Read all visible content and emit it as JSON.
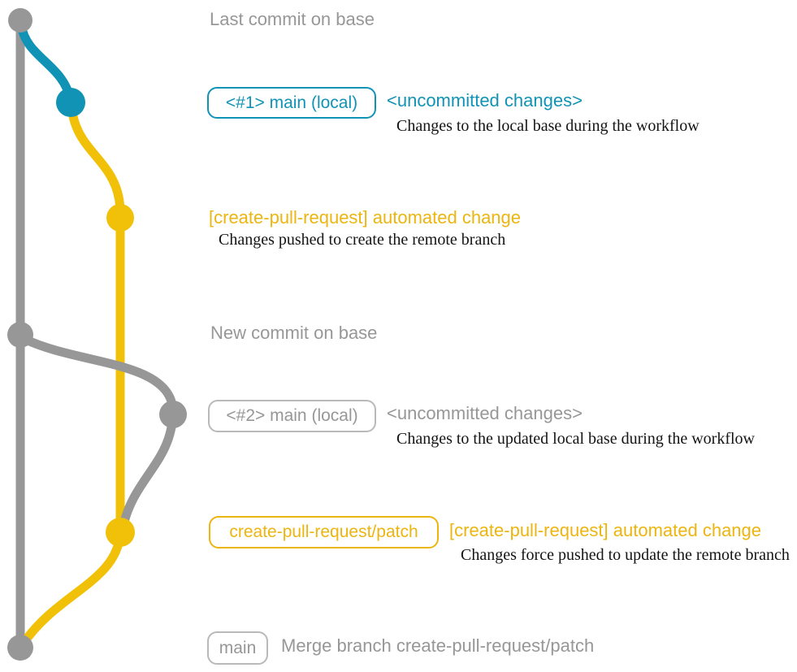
{
  "diagram": {
    "kind": "git-branch-workflow",
    "milestones": {
      "last_commit": "Last commit on base",
      "new_commit": "New commit on base"
    },
    "rows": {
      "r1": {
        "badge": "<#1> main (local)",
        "headline": "<uncommitted changes>",
        "caption": "Changes to the local base during the workflow"
      },
      "r2": {
        "headline": "[create-pull-request] automated change",
        "caption": "Changes pushed to create the remote branch"
      },
      "r3": {
        "badge": "<#2> main (local)",
        "headline": "<uncommitted changes>",
        "caption": "Changes to the updated local base during the workflow"
      },
      "r4": {
        "badge": "create-pull-request/patch",
        "headline": "[create-pull-request] automated change",
        "caption": "Changes force pushed to update the remote branch"
      },
      "r5": {
        "badge": "main",
        "message": "Merge branch create-pull-request/patch"
      }
    },
    "colors": {
      "base_branch": "#979797",
      "local_main_branch": "#1193b5",
      "patch_branch": "#f1c109",
      "gold_text": "#ecb50f",
      "gray_text": "#979797",
      "caption_text": "#141414",
      "gray_badge_border": "#b9b9b9"
    },
    "graph": {
      "branches": [
        {
          "name": "base",
          "color": "#979797"
        },
        {
          "name": "main (local)",
          "color": "#1193b5"
        },
        {
          "name": "create-pull-request/patch",
          "color": "#f1c109"
        }
      ],
      "commits": [
        {
          "id": "last-commit-on-base",
          "branch": "base"
        },
        {
          "id": "local-main-1",
          "branch": "main (local)"
        },
        {
          "id": "patch-commit-1",
          "branch": "create-pull-request/patch"
        },
        {
          "id": "new-commit-on-base",
          "branch": "base"
        },
        {
          "id": "local-main-2",
          "branch": "main (local)"
        },
        {
          "id": "patch-commit-2-force-pushed",
          "branch": "create-pull-request/patch"
        },
        {
          "id": "merge-commit",
          "branch": "base"
        }
      ]
    }
  }
}
